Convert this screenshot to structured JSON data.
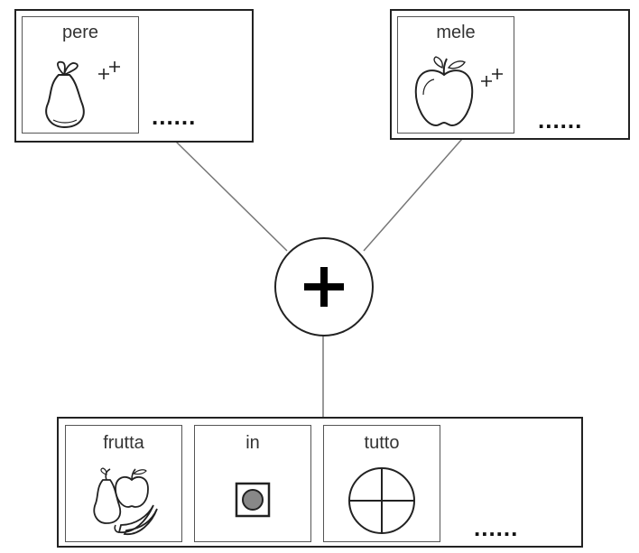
{
  "top_left": {
    "label": "pere",
    "dots": "......"
  },
  "top_right": {
    "label": "mele",
    "dots": "......"
  },
  "operator": {
    "symbol": "+"
  },
  "bottom": {
    "cards": [
      {
        "label": "frutta"
      },
      {
        "label": "in"
      },
      {
        "label": "tutto"
      }
    ],
    "dots": "......"
  },
  "plus_mark": "+",
  "colors": {
    "stroke": "#222222",
    "card_border": "#555555",
    "dot_fill": "#888888"
  }
}
